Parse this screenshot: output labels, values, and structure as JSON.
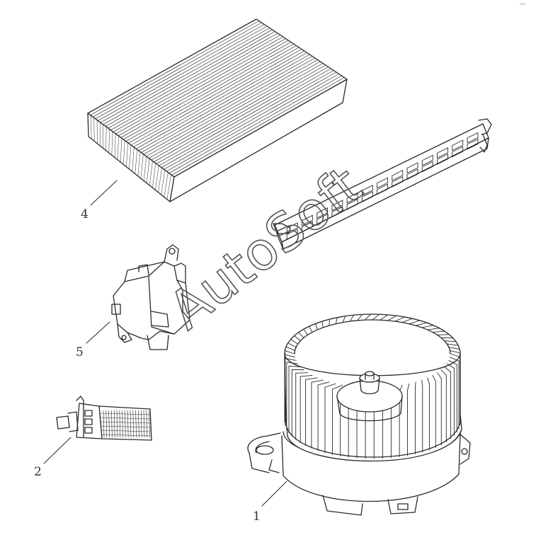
{
  "watermark": "AutoSoft",
  "corner_mark": "ᵉᵒᵉ",
  "callouts": [
    {
      "id": "blower-motor",
      "label": "1"
    },
    {
      "id": "temperature-sensor",
      "label": "2"
    },
    {
      "id": "cabin-air-filter",
      "label": "4"
    },
    {
      "id": "actuator",
      "label": "5"
    }
  ],
  "colors": {
    "line": "#2a2a2a",
    "watermark": "#555555",
    "background": "#ffffff"
  }
}
